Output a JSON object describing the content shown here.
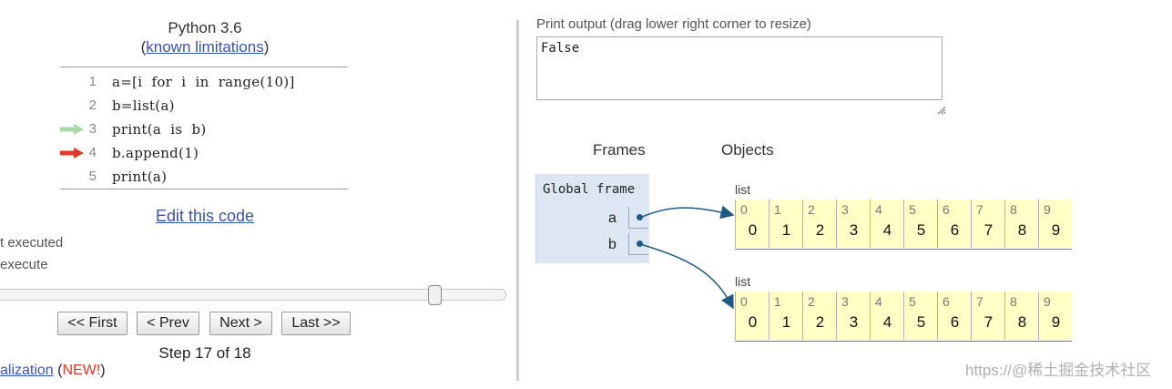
{
  "header": {
    "lang": "Python 3.6",
    "limitations_open": "(",
    "limitations_link": "known limitations",
    "limitations_close": ")"
  },
  "code": [
    {
      "num": "1",
      "text": "a=[i  for  i  in  range(10)]",
      "marker": ""
    },
    {
      "num": "2",
      "text": "b=list(a)",
      "marker": ""
    },
    {
      "num": "3",
      "text": "print(a  is  b)",
      "marker": "prev"
    },
    {
      "num": "4",
      "text": "b.append(1)",
      "marker": "next"
    },
    {
      "num": "5",
      "text": "print(a)",
      "marker": ""
    }
  ],
  "arrow_colors": {
    "prev": "#a6d9a6",
    "next": "#e0392b"
  },
  "edit_link": "Edit this code",
  "legend": {
    "line1": "t executed",
    "line2": "execute"
  },
  "nav": {
    "first": "<< First",
    "prev": "< Prev",
    "next": "Next >",
    "last": "Last >>"
  },
  "step": "Step 17 of 18",
  "step_progress": 0.8889,
  "bottom": {
    "link": "alization",
    "open": "(",
    "new": "NEW!",
    "close": ")"
  },
  "print_output": {
    "label": "Print output (drag lower right corner to resize)",
    "text": "False"
  },
  "viz": {
    "frames_header": "Frames",
    "objects_header": "Objects",
    "global_frame": "Global frame",
    "vars": [
      "a",
      "b"
    ],
    "lists": [
      {
        "label": "list",
        "indices": [
          "0",
          "1",
          "2",
          "3",
          "4",
          "5",
          "6",
          "7",
          "8",
          "9"
        ],
        "values": [
          "0",
          "1",
          "2",
          "3",
          "4",
          "5",
          "6",
          "7",
          "8",
          "9"
        ]
      },
      {
        "label": "list",
        "indices": [
          "0",
          "1",
          "2",
          "3",
          "4",
          "5",
          "6",
          "7",
          "8",
          "9"
        ],
        "values": [
          "0",
          "1",
          "2",
          "3",
          "4",
          "5",
          "6",
          "7",
          "8",
          "9"
        ]
      }
    ]
  },
  "watermark": "https://@稀土掘金技术社区",
  "colors": {
    "link": "#3a55a8",
    "frame_bg": "#dde6f3",
    "list_bg": "#ffffc6",
    "pointer": "#1f5a85"
  }
}
